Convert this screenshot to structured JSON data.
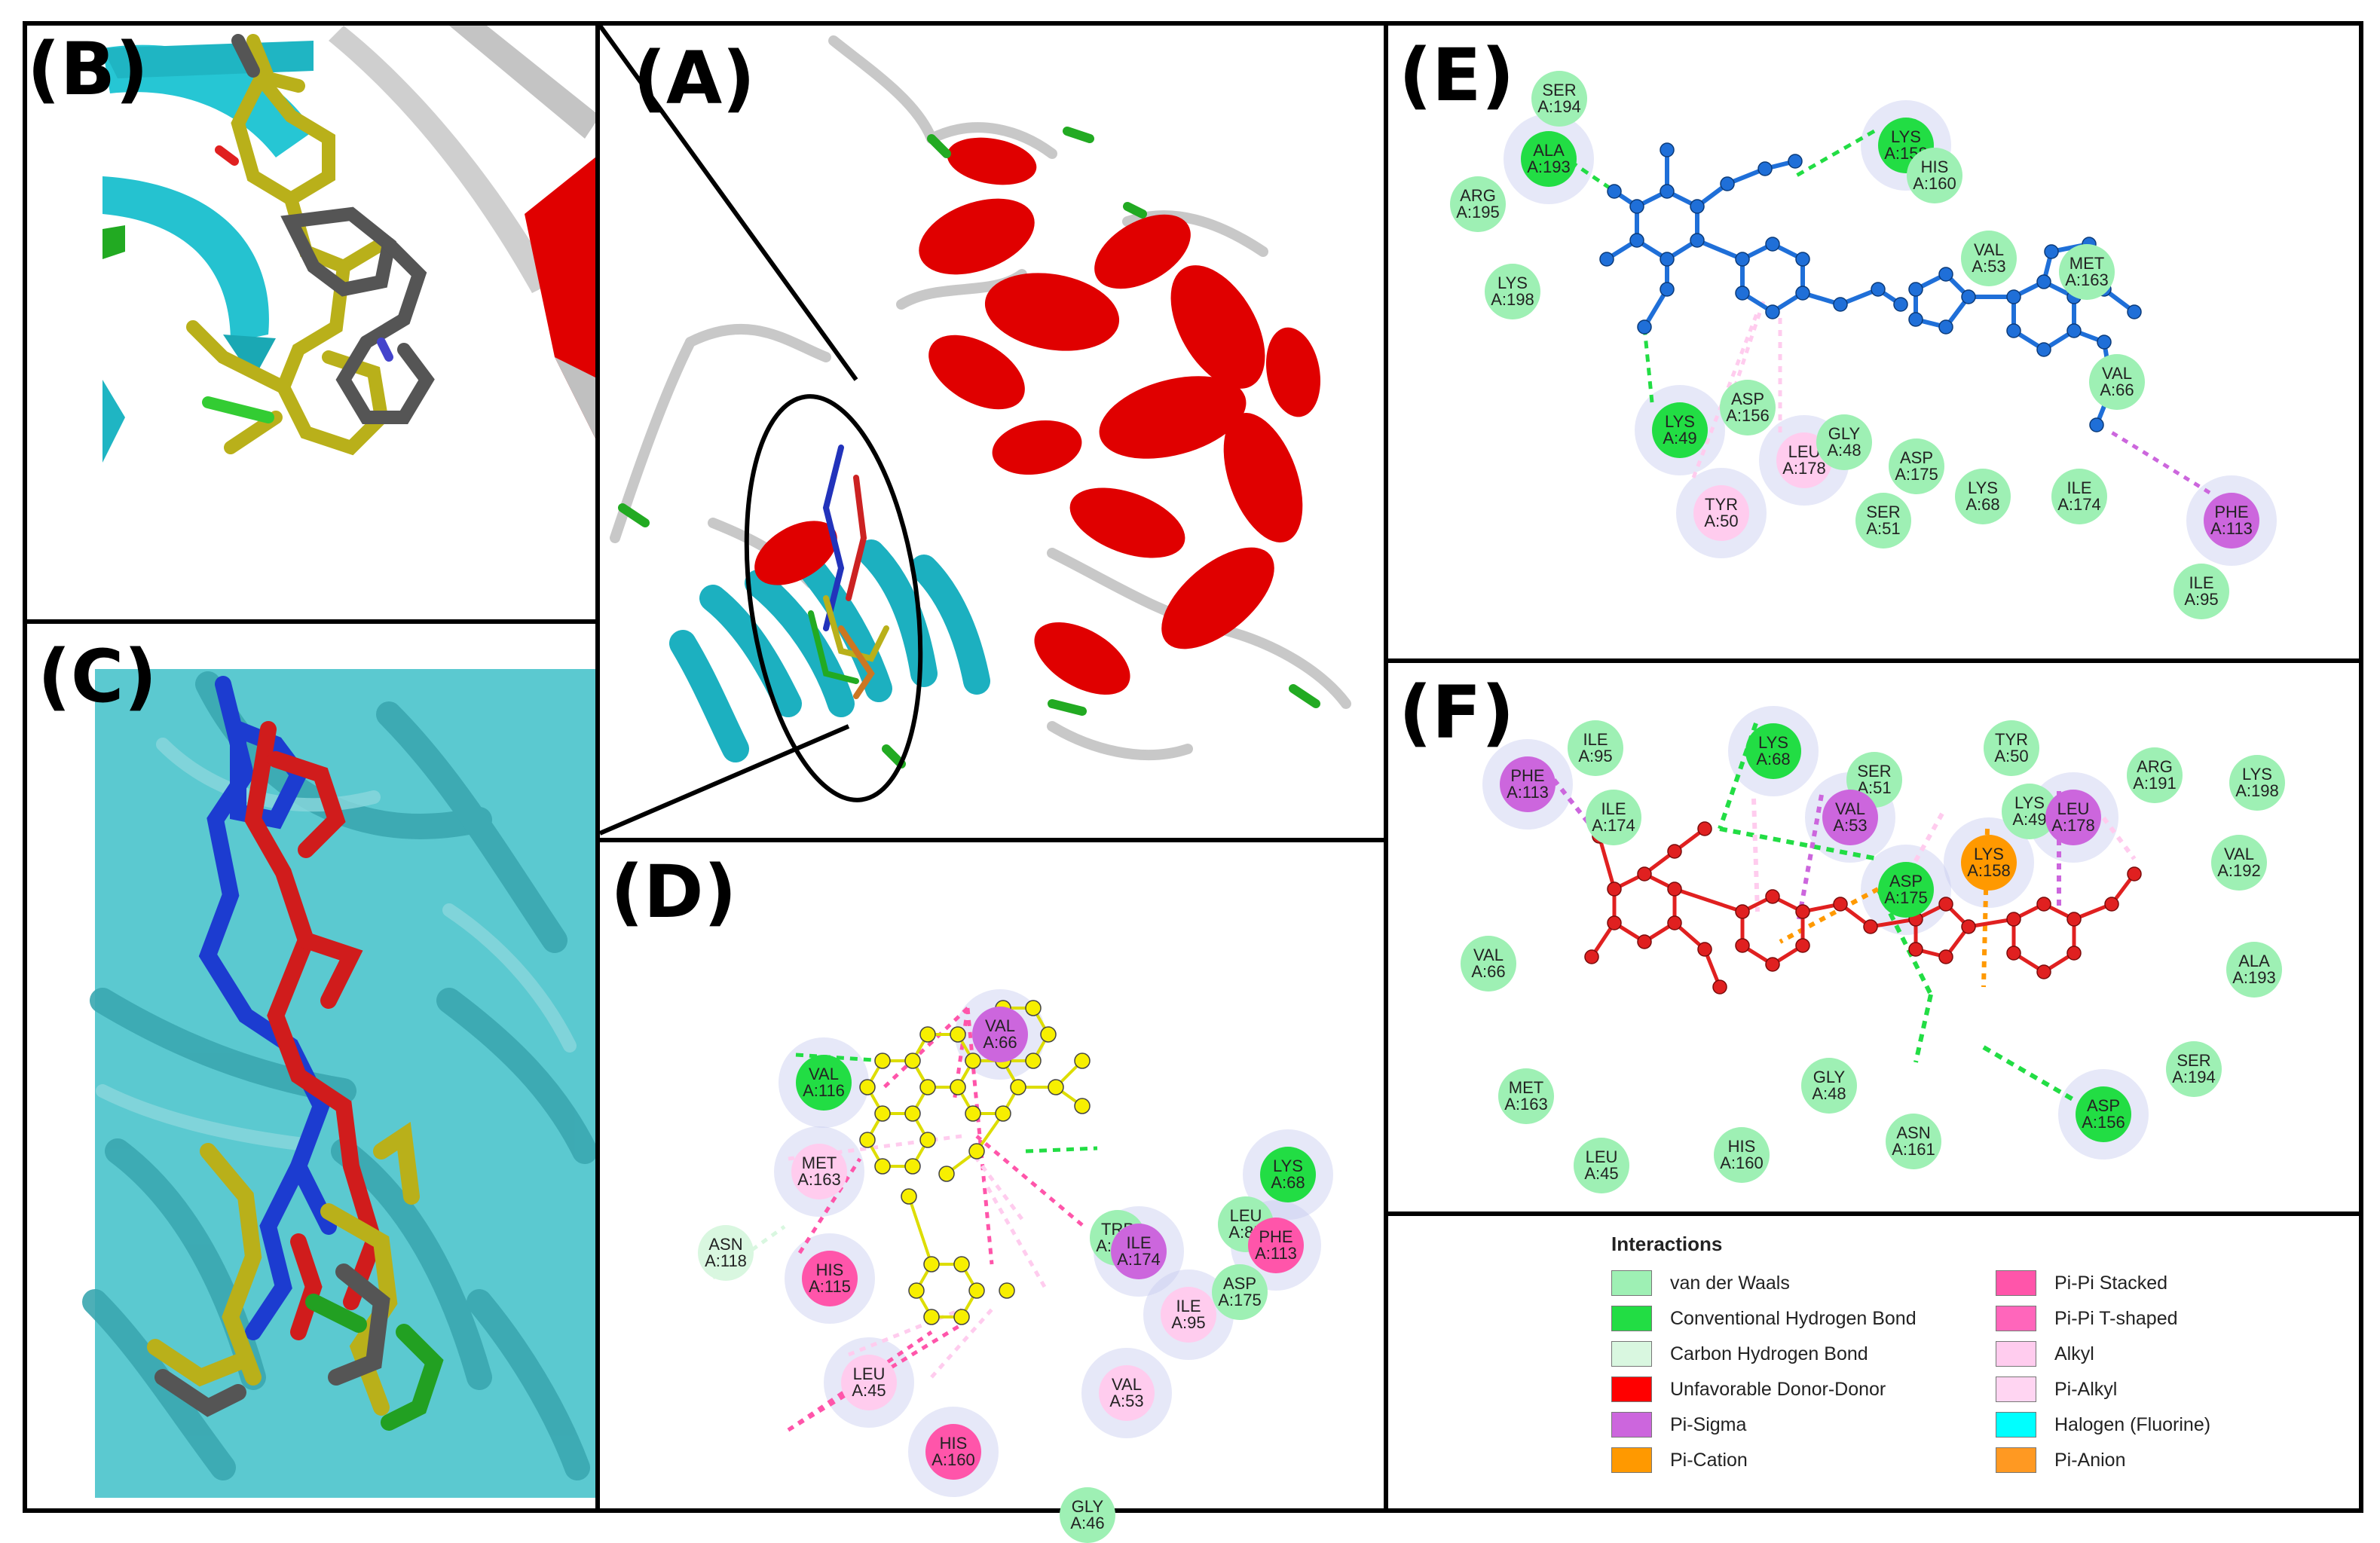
{
  "panels": {
    "A": {
      "label": "(A)"
    },
    "B": {
      "label": "(B)"
    },
    "C": {
      "label": "(C)"
    },
    "D": {
      "label": "(D)"
    },
    "E": {
      "label": "(E)"
    },
    "F": {
      "label": "(F)"
    }
  },
  "colors": {
    "van_der_waals": "#9ef0b4",
    "conventional_hbond": "#22dd44",
    "carbon_hbond": "#d9f7e0",
    "unfavorable": "#ff0000",
    "pi_sigma": "#cc66dd",
    "pi_cation": "#ff9900",
    "pi_pi_stacked": "#ff55aa",
    "pi_pi_tshaped": "#ff66bb",
    "alkyl": "#ffccee",
    "pi_alkyl": "#ffd5f2",
    "halogen": "#00ffff",
    "pi_anion": "#ff9922",
    "helix": "#e00000",
    "sheet": "#22b8c8",
    "loop": "#c8c8c8",
    "turn": "#22aa22"
  },
  "residues_D": [
    {
      "id": "TRP",
      "num": "A:176",
      "type": "van_der_waals"
    },
    {
      "id": "LEU",
      "num": "A:85",
      "type": "van_der_waals"
    },
    {
      "id": "VAL",
      "num": "A:66",
      "type": "pi_sigma"
    },
    {
      "id": "ASP",
      "num": "A:175",
      "type": "van_der_waals"
    },
    {
      "id": "VAL",
      "num": "A:116",
      "type": "conventional_hbond"
    },
    {
      "id": "LYS",
      "num": "A:68",
      "type": "conventional_hbond"
    },
    {
      "id": "MET",
      "num": "A:163",
      "type": "alkyl"
    },
    {
      "id": "ASN",
      "num": "A:118",
      "type": "carbon_hbond"
    },
    {
      "id": "HIS",
      "num": "A:115",
      "type": "pi_pi_stacked"
    },
    {
      "id": "ILE",
      "num": "A:174",
      "type": "pi_sigma"
    },
    {
      "id": "PHE",
      "num": "A:113",
      "type": "pi_pi_stacked"
    },
    {
      "id": "ILE",
      "num": "A:95",
      "type": "alkyl"
    },
    {
      "id": "LEU",
      "num": "A:45",
      "type": "alkyl"
    },
    {
      "id": "VAL",
      "num": "A:53",
      "type": "alkyl"
    },
    {
      "id": "HIS",
      "num": "A:160",
      "type": "pi_pi_stacked"
    },
    {
      "id": "GLY",
      "num": "A:46",
      "type": "van_der_waals"
    }
  ],
  "residues_E": [
    {
      "id": "SER",
      "num": "A:194",
      "type": "van_der_waals"
    },
    {
      "id": "ALA",
      "num": "A:193",
      "type": "conventional_hbond"
    },
    {
      "id": "LYS",
      "num": "A:158",
      "type": "conventional_hbond"
    },
    {
      "id": "ARG",
      "num": "A:195",
      "type": "van_der_waals"
    },
    {
      "id": "HIS",
      "num": "A:160",
      "type": "van_der_waals"
    },
    {
      "id": "VAL",
      "num": "A:53",
      "type": "van_der_waals"
    },
    {
      "id": "MET",
      "num": "A:163",
      "type": "van_der_waals"
    },
    {
      "id": "LYS",
      "num": "A:198",
      "type": "van_der_waals"
    },
    {
      "id": "VAL",
      "num": "A:66",
      "type": "van_der_waals"
    },
    {
      "id": "ASP",
      "num": "A:156",
      "type": "van_der_waals"
    },
    {
      "id": "LYS",
      "num": "A:49",
      "type": "conventional_hbond"
    },
    {
      "id": "LEU",
      "num": "A:178",
      "type": "alkyl"
    },
    {
      "id": "GLY",
      "num": "A:48",
      "type": "van_der_waals"
    },
    {
      "id": "ASP",
      "num": "A:175",
      "type": "van_der_waals"
    },
    {
      "id": "LYS",
      "num": "A:68",
      "type": "van_der_waals"
    },
    {
      "id": "ILE",
      "num": "A:174",
      "type": "van_der_waals"
    },
    {
      "id": "TYR",
      "num": "A:50",
      "type": "alkyl"
    },
    {
      "id": "SER",
      "num": "A:51",
      "type": "van_der_waals"
    },
    {
      "id": "PHE",
      "num": "A:113",
      "type": "pi_sigma"
    },
    {
      "id": "ILE",
      "num": "A:95",
      "type": "van_der_waals"
    }
  ],
  "residues_F": [
    {
      "id": "ILE",
      "num": "A:95",
      "type": "van_der_waals"
    },
    {
      "id": "LYS",
      "num": "A:68",
      "type": "conventional_hbond"
    },
    {
      "id": "TYR",
      "num": "A:50",
      "type": "van_der_waals"
    },
    {
      "id": "PHE",
      "num": "A:113",
      "type": "pi_sigma"
    },
    {
      "id": "SER",
      "num": "A:51",
      "type": "van_der_waals"
    },
    {
      "id": "ARG",
      "num": "A:191",
      "type": "van_der_waals"
    },
    {
      "id": "LYS",
      "num": "A:198",
      "type": "van_der_waals"
    },
    {
      "id": "ILE",
      "num": "A:174",
      "type": "van_der_waals"
    },
    {
      "id": "VAL",
      "num": "A:53",
      "type": "pi_sigma"
    },
    {
      "id": "LYS",
      "num": "A:49",
      "type": "van_der_waals"
    },
    {
      "id": "LEU",
      "num": "A:178",
      "type": "pi_sigma"
    },
    {
      "id": "ASP",
      "num": "A:175",
      "type": "conventional_hbond"
    },
    {
      "id": "LYS",
      "num": "A:158",
      "type": "pi_cation"
    },
    {
      "id": "VAL",
      "num": "A:192",
      "type": "van_der_waals"
    },
    {
      "id": "VAL",
      "num": "A:66",
      "type": "van_der_waals"
    },
    {
      "id": "ALA",
      "num": "A:193",
      "type": "van_der_waals"
    },
    {
      "id": "SER",
      "num": "A:194",
      "type": "van_der_waals"
    },
    {
      "id": "MET",
      "num": "A:163",
      "type": "van_der_waals"
    },
    {
      "id": "GLY",
      "num": "A:48",
      "type": "van_der_waals"
    },
    {
      "id": "ASN",
      "num": "A:161",
      "type": "van_der_waals"
    },
    {
      "id": "ASP",
      "num": "A:156",
      "type": "conventional_hbond"
    },
    {
      "id": "LEU",
      "num": "A:45",
      "type": "van_der_waals"
    },
    {
      "id": "HIS",
      "num": "A:160",
      "type": "van_der_waals"
    }
  ],
  "legend": {
    "title": "Interactions",
    "items": [
      {
        "label": "van der Waals",
        "color": "#9ef0b4"
      },
      {
        "label": "Conventional Hydrogen Bond",
        "color": "#22dd44"
      },
      {
        "label": "Carbon Hydrogen Bond",
        "color": "#d9f7e0"
      },
      {
        "label": "Unfavorable Donor-Donor",
        "color": "#ff0000"
      },
      {
        "label": "Pi-Sigma",
        "color": "#cc66dd"
      },
      {
        "label": "Pi-Cation",
        "color": "#ff9900"
      },
      {
        "label": "Pi-Pi Stacked",
        "color": "#ff55aa"
      },
      {
        "label": "Pi-Pi T-shaped",
        "color": "#ff66bb"
      },
      {
        "label": "Alkyl",
        "color": "#ffccee"
      },
      {
        "label": "Pi-Alkyl",
        "color": "#ffd5f2"
      },
      {
        "label": "Halogen (Fluorine)",
        "color": "#00ffff"
      },
      {
        "label": "Pi-Anion",
        "color": "#ff9922"
      }
    ]
  }
}
